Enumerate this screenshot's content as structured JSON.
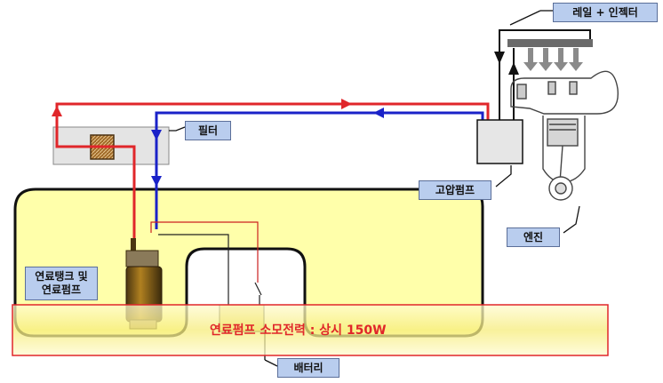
{
  "labels": {
    "rail_injector": "레일 + 인젝터",
    "filter": "필터",
    "high_pressure_pump": "고압펌프",
    "engine": "엔진",
    "tank_pump_line1": "연료탱크 및",
    "tank_pump_line2": "연료펌프",
    "battery": "배터리"
  },
  "power_text": "연료펌프 소모전력 : 상시 150W",
  "colors": {
    "supply_line": "#e0262a",
    "return_line": "#1a22c8",
    "tank_fill": "#ffffaa",
    "label_bg": "#b9cdee",
    "power_band": "#e0262a"
  }
}
